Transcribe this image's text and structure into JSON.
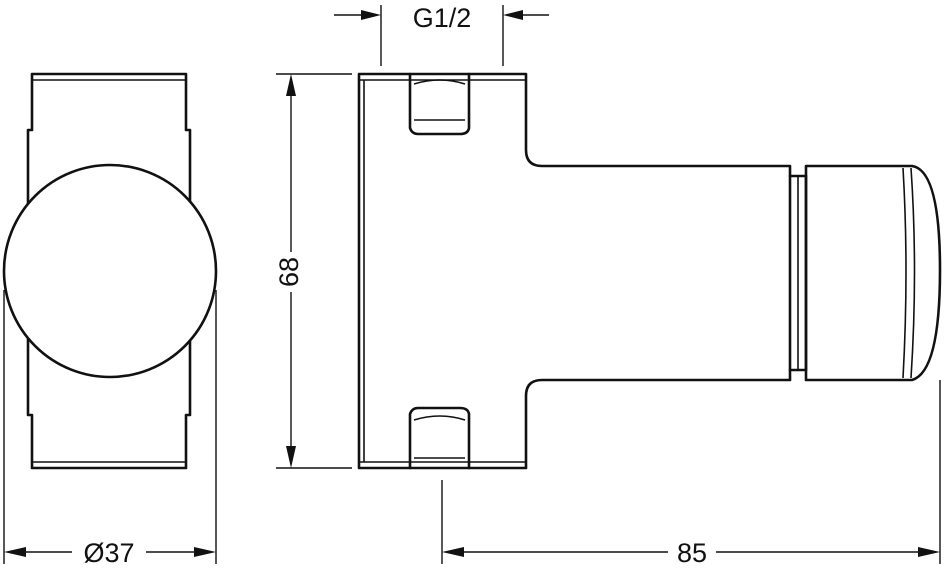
{
  "dimensions": {
    "thread": "G1/2",
    "height": "68",
    "diameter": "Ø37",
    "length": "85"
  },
  "colors": {
    "line": "#111111",
    "background": "#ffffff"
  }
}
